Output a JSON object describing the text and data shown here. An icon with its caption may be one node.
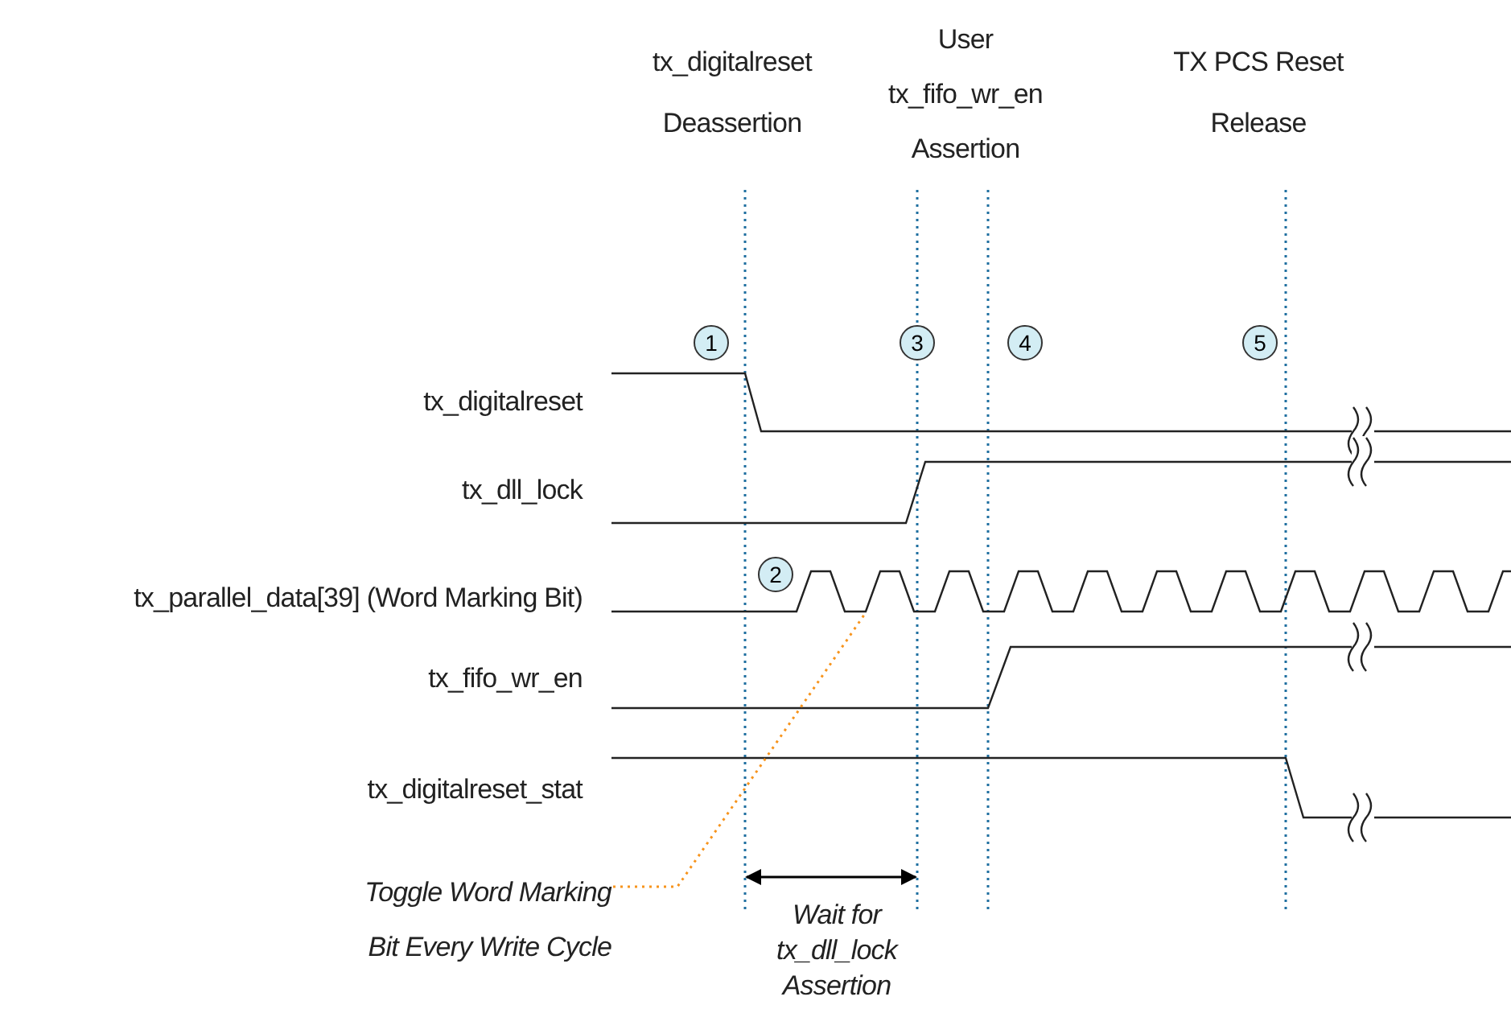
{
  "diagram": {
    "nodes": [
      {
        "text": [
          "Toggle Word Marking Bit Every Write Cycle"
        ]
      },
      {
        "text": [],
        "shape": "picture"
      }
    ],
    "edges": [
      {
        "from": 0,
        "to": 1,
        "arrow": "none",
        "style": "dashed",
        "color": "#f7941d"
      }
    ],
    "labels": [
      "tx_digitalreset Deassertion",
      "User tx_fifo_wr_en Assertion",
      "TX PCS Reset Release",
      "1",
      "3",
      "4",
      "5",
      "tx_digitalreset",
      "tx_dll_lock",
      "2",
      "tx_parallel_data[39] (Word Marking Bit)",
      "tx_fifo_wr_en",
      "tx_digitalreset_stat",
      "Wait for tx_dll_lock Assertion"
    ]
  }
}
